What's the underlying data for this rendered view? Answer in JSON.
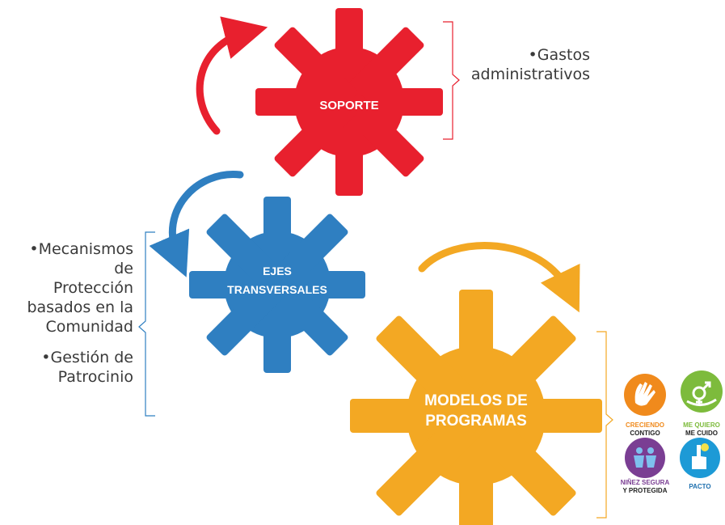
{
  "gears": {
    "soporte": {
      "label": "SOPORTE",
      "color": "#e8202e"
    },
    "ejes": {
      "label_line1": "EJES",
      "label_line2": "TRANSVERSALES",
      "color": "#2f7fc1"
    },
    "modelos": {
      "label_line1": "MODELOS DE",
      "label_line2": "PROGRAMAS",
      "color": "#f3a823"
    }
  },
  "notes": {
    "soporte": {
      "line1": "•Gastos",
      "line2": "administrativos"
    },
    "ejes": {
      "item1": [
        "•Mecanismos",
        "de",
        "Protección",
        "basados en la",
        "Comunidad"
      ],
      "item2": [
        "•Gestión de",
        "Patrocinio"
      ]
    }
  },
  "programs": [
    {
      "line1": "CRECIENDO",
      "line2": "CONTIGO",
      "color": "#f08a1c",
      "icon": "hands-icon"
    },
    {
      "line1": "ME QUIERO",
      "line2": "ME CUIDO",
      "color": "#7dbb3c",
      "icon": "gender-icon"
    },
    {
      "line1": "NIÑEZ SEGURA",
      "line2": "Y PROTEGIDA",
      "color": "#7a3e93",
      "icon": "children-icon"
    },
    {
      "line1": "PACTO",
      "line2": "",
      "color": "#1d9ad6",
      "icon": "hand-bulb-icon"
    }
  ]
}
